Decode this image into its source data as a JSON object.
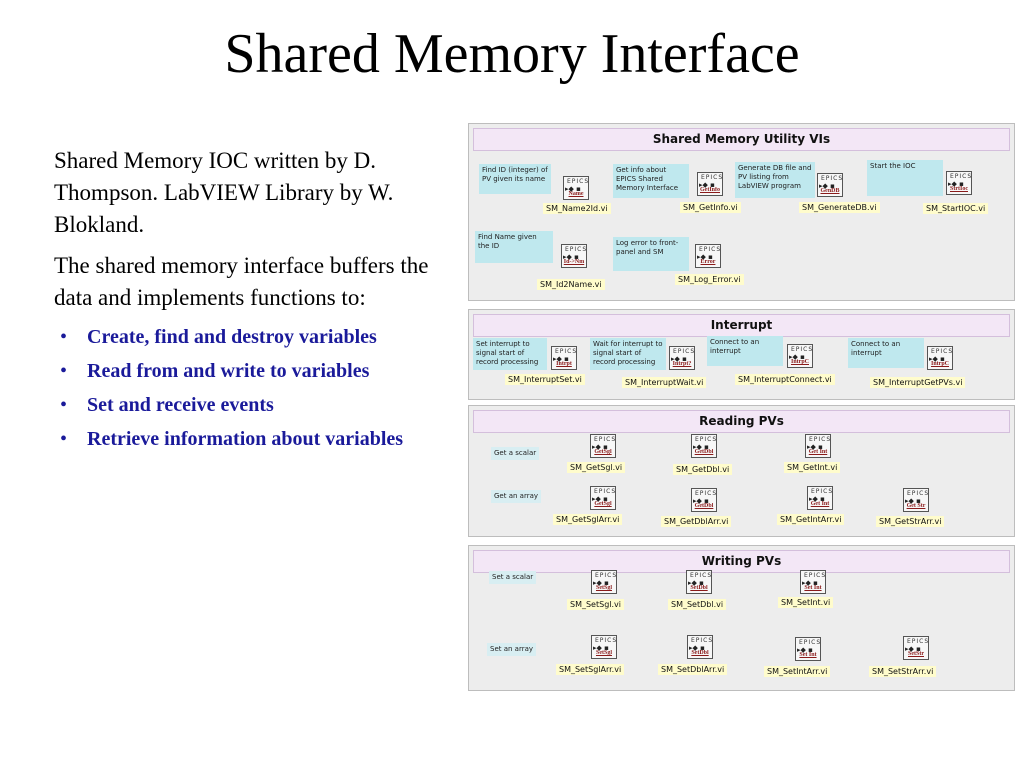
{
  "slide": {
    "title": "Shared Memory Interface",
    "intro": "Shared Memory IOC written by D. Thompson. LabVIEW Library by W. Blokland.",
    "para": "The shared memory interface buffers the data and implements functions to:",
    "bullets": [
      "Create, find and destroy variables",
      "Read from and write to variables",
      "Set and receive events",
      "Retrieve information about variables"
    ],
    "bullet_glyph": "•"
  },
  "panels": {
    "utility": {
      "title": "Shared Memory  Utility VIs",
      "desc": [
        "Find ID (integer) of PV given its name",
        "Get info about EPICS Shared Memory Interface",
        "Generate DB file and PV listing from LabVIEW program",
        "Start the IOC",
        "Find Name given the ID",
        "Log error to front-panel and SM"
      ],
      "labels": [
        "SM_Name2Id.vi",
        "SM_GetInfo.vi",
        "SM_GenerateDB.vi",
        "SM_StartIOC.vi",
        "SM_Id2Name.vi",
        "SM_Log_Error.vi"
      ],
      "tags": [
        "Name",
        "GetInfo",
        "GenDB",
        "StrtIoc",
        "Id->Nm",
        "Error"
      ]
    },
    "interrupt": {
      "title": "Interrupt",
      "desc": [
        "Set interrupt to signal start of record processing",
        "Wait for interrupt to signal start of record processing",
        "Connect to an interrupt",
        "Connect to an interrupt"
      ],
      "labels": [
        "SM_InterruptSet.vi",
        "SM_InterruptWait.vi",
        "SM_InterruptConnect.vi",
        "SM_InterruptGetPVs.vi"
      ],
      "tags": [
        "Intrpt",
        "Intrpt?",
        "IntrpC",
        "IntrpC"
      ]
    },
    "reading": {
      "title": "Reading PVs",
      "row_labels": [
        "Get a scalar",
        "Get an array"
      ],
      "labels": [
        "SM_GetSgl.vi",
        "SM_GetDbl.vi",
        "SM_GetInt.vi",
        "SM_GetSglArr.vi",
        "SM_GetDblArr.vi",
        "SM_GetIntArr.vi",
        "SM_GetStrArr.vi"
      ],
      "tags": [
        "GetSgl",
        "GetDbl",
        "Get Int",
        "GetSgl",
        "GetDbl",
        "Get Int",
        "Get Str"
      ]
    },
    "writing": {
      "title": "Writing PVs",
      "row_labels": [
        "Set a scalar",
        "Set an array"
      ],
      "labels": [
        "SM_SetSgl.vi",
        "SM_SetDbl.vi",
        "SM_SetInt.vi",
        "SM_SetSglArr.vi",
        "SM_SetDblArr.vi",
        "SM_SetIntArr.vi",
        "SM_SetStrArr.vi"
      ],
      "tags": [
        "SetSgl",
        "SetDbl",
        "Set Int",
        "SetSgl",
        "SetDbl",
        "Set Int",
        "SetStr"
      ]
    },
    "icon_text": {
      "epics": "EPICS",
      "pins": "▸◆ ▪"
    }
  }
}
